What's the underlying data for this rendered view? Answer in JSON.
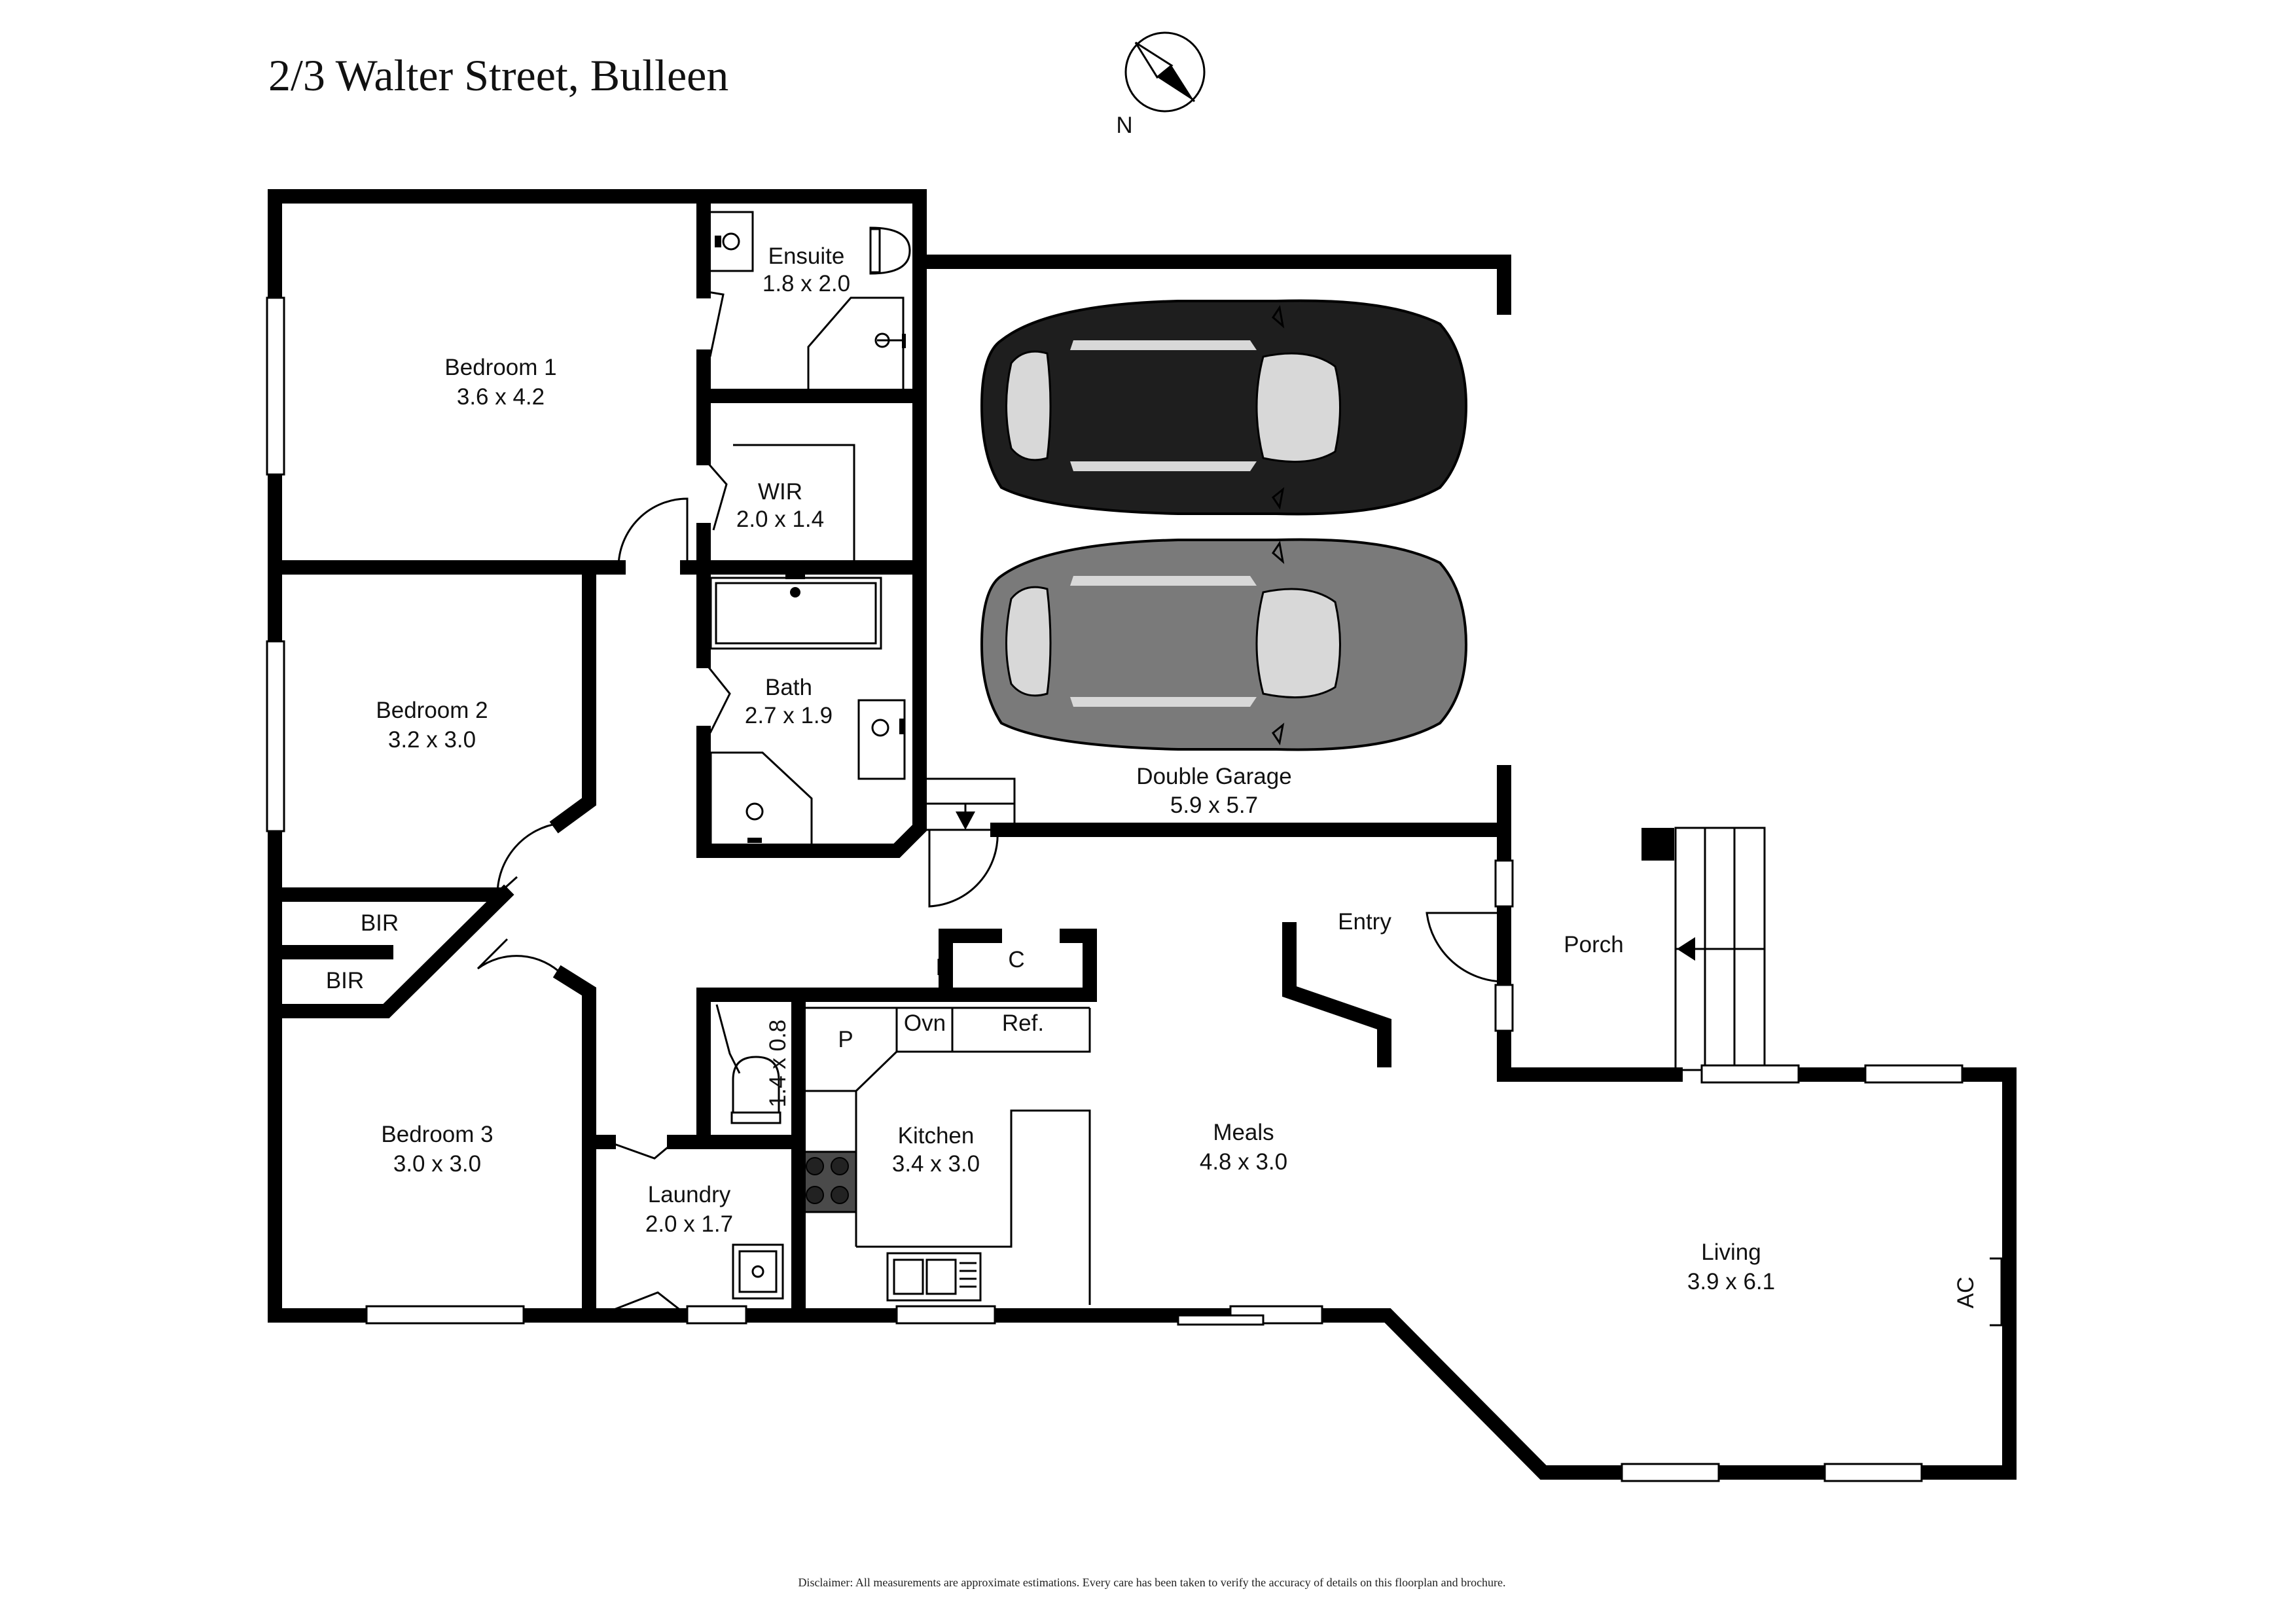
{
  "title": "2/3 Walter Street, Bulleen",
  "compass": {
    "label": "N"
  },
  "disclaimer": "Disclaimer: All measurements are approximate estimations. Every care has been taken to verify the accuracy of details on this floorplan and brochure.",
  "rooms": {
    "ensuite": {
      "name": "Ensuite",
      "size": "1.8 x 2.0"
    },
    "bedroom1": {
      "name": "Bedroom 1",
      "size": "3.6 x 4.2"
    },
    "wir": {
      "name": "WIR",
      "size": "2.0 x 1.4"
    },
    "bath": {
      "name": "Bath",
      "size": "2.7 x 1.9"
    },
    "bedroom2": {
      "name": "Bedroom 2",
      "size": "3.2 x 3.0"
    },
    "garage": {
      "name": "Double Garage",
      "size": "5.9 x 5.7"
    },
    "bir1": {
      "name": "BIR"
    },
    "bir2": {
      "name": "BIR"
    },
    "entry": {
      "name": "Entry"
    },
    "porch": {
      "name": "Porch"
    },
    "cupboard": {
      "name": "C"
    },
    "pantry": {
      "name": "P"
    },
    "oven": {
      "name": "Ovn"
    },
    "fridge": {
      "name": "Ref."
    },
    "wc": {
      "size": "1.4 x 0.8"
    },
    "bedroom3": {
      "name": "Bedroom 3",
      "size": "3.0 x 3.0"
    },
    "kitchen": {
      "name": "Kitchen",
      "size": "3.4 x 3.0"
    },
    "meals": {
      "name": "Meals",
      "size": "4.8 x 3.0"
    },
    "laundry": {
      "name": "Laundry",
      "size": "2.0 x 1.7"
    },
    "living": {
      "name": "Living",
      "size": "3.9 x 6.1"
    },
    "ac": {
      "name": "AC"
    }
  }
}
